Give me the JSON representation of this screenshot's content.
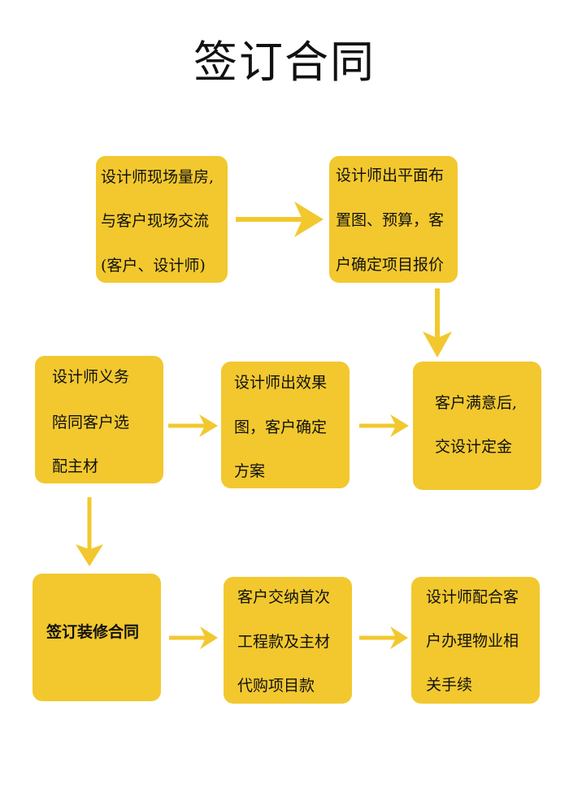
{
  "title": "签订合同",
  "colors": {
    "box": "#F2C82E",
    "arrow": "#F2C82E",
    "text": "#111111",
    "background": "#ffffff"
  },
  "steps": [
    {
      "id": "measure",
      "lines": [
        "设计师现场量房,",
        "与客户现场交流",
        "(客户、设计师)"
      ]
    },
    {
      "id": "plan",
      "lines": [
        "设计师出平面布",
        "置图、预算，客",
        "户确定项目报价"
      ]
    },
    {
      "id": "material",
      "lines": [
        "设计师义务",
        "陪同客户选",
        "配主材"
      ]
    },
    {
      "id": "render",
      "lines": [
        "设计师出效果",
        "图，客户确定",
        "方案"
      ]
    },
    {
      "id": "deposit",
      "lines": [
        "客户满意后,",
        "交设计定金"
      ]
    },
    {
      "id": "contract",
      "lines": [
        "签订装修合同"
      ]
    },
    {
      "id": "payment",
      "lines": [
        "客户交纳首次",
        "工程款及主材",
        "代购项目款"
      ]
    },
    {
      "id": "property",
      "lines": [
        "设计师配合客",
        "户办理物业相",
        "关手续"
      ]
    }
  ],
  "connections": [
    {
      "from": "measure",
      "to": "plan"
    },
    {
      "from": "plan",
      "to": "deposit"
    },
    {
      "from": "material",
      "to": "render"
    },
    {
      "from": "render",
      "to": "deposit"
    },
    {
      "from": "material",
      "to": "contract"
    },
    {
      "from": "contract",
      "to": "payment"
    },
    {
      "from": "payment",
      "to": "property"
    }
  ]
}
